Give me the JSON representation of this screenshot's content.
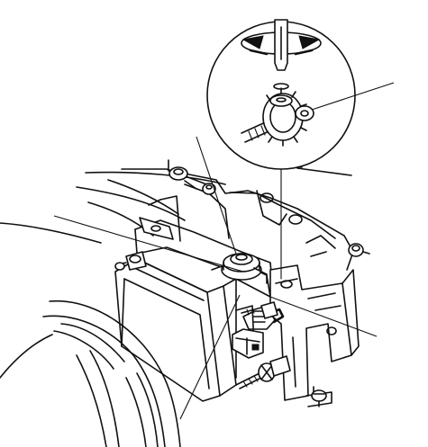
{
  "figure": {
    "kind": "technical-line-drawing",
    "subject": "headlight-aim-adjustment",
    "palette": {
      "ink": "#111111",
      "paper": "#ffffff"
    },
    "icons": {
      "inset": "magnifier-circle",
      "tool": "screwdriver-icon",
      "rotation": "rotate-arrows-icon",
      "gear": "adjusting-gear-icon"
    },
    "callouts": [
      "leader-line-inset-gear",
      "leader-line-upper-left",
      "leader-line-left",
      "leader-line-right-lower",
      "leader-line-bottom"
    ]
  }
}
